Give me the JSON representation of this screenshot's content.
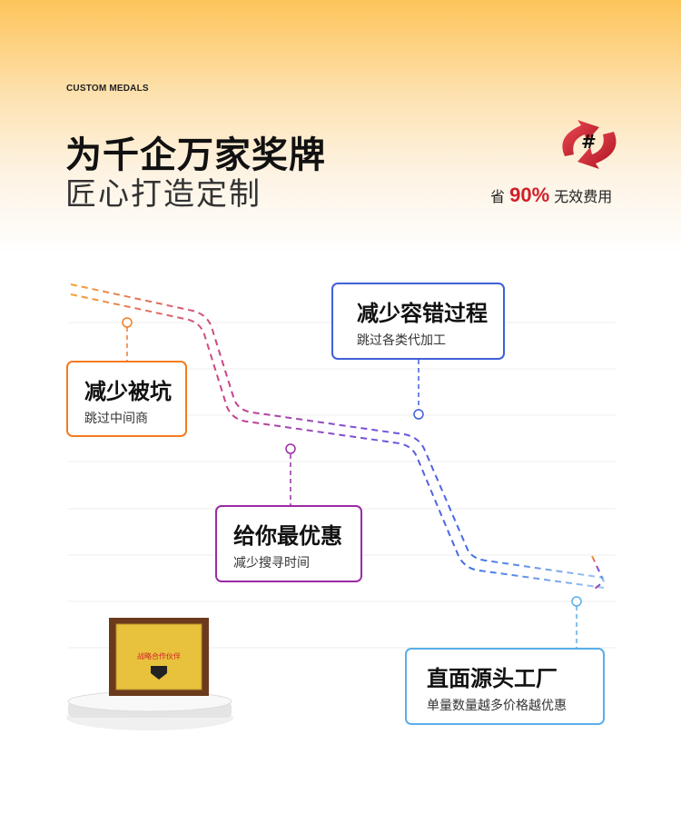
{
  "header": {
    "tag": "CUSTOM MEDALS",
    "title": "为千企万家奖牌",
    "subtitle": "匠心打造定制",
    "savings": {
      "prefix": "省",
      "value": "90%",
      "suffix": "无效费用"
    },
    "icon": "red-circular-arrows-hash-icon"
  },
  "callouts": [
    {
      "title": "减少被坑",
      "sub": "跳过中间商",
      "color": "#f47b20"
    },
    {
      "title": "减少容错过程",
      "sub": "跳过各类代加工",
      "color": "#3f5fd8"
    },
    {
      "title": "给你最优惠",
      "sub": "减少搜寻时间",
      "color": "#9a2ba4"
    },
    {
      "title": "直面源头工厂",
      "sub": "单量数量越多价格越优惠",
      "color": "#5aaeea"
    }
  ],
  "plaque": {
    "text": "战略合作伙伴"
  }
}
